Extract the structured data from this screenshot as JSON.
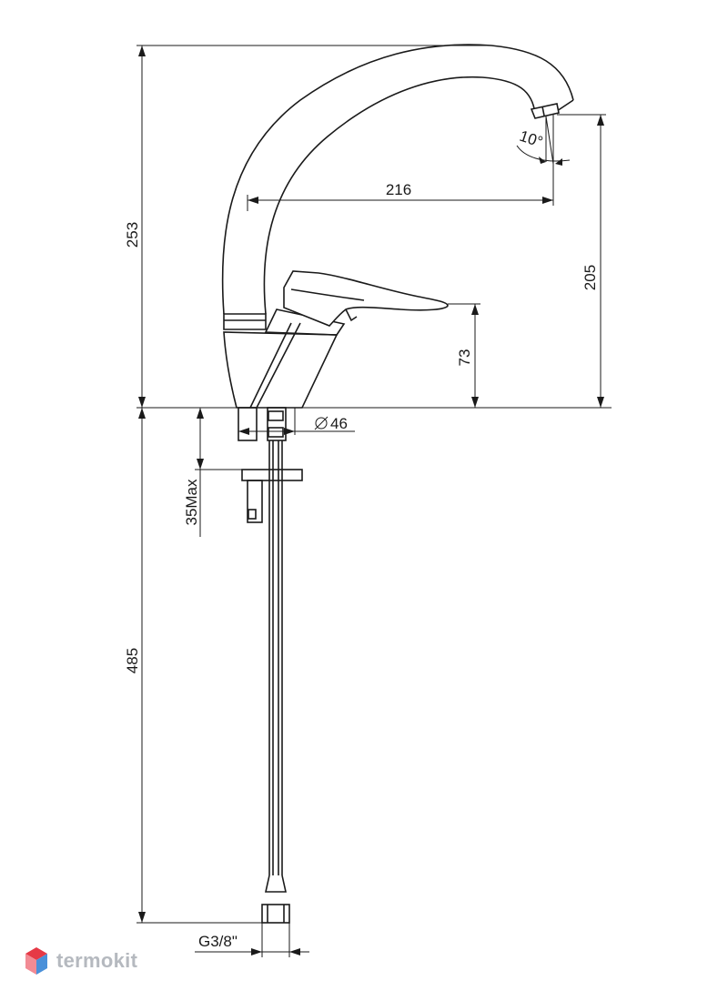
{
  "dimensions": {
    "total_height": "253",
    "spout_reach": "216",
    "spout_outlet_height": "205",
    "lever_height": "73",
    "base_diameter": "46",
    "counter_thickness": "35Max",
    "hose_length": "485",
    "connection_thread": "G3/8\"",
    "outlet_angle": "10°"
  },
  "brand": {
    "name": "termokit",
    "logo_colors": [
      "#e63946",
      "#4a90d9"
    ]
  }
}
